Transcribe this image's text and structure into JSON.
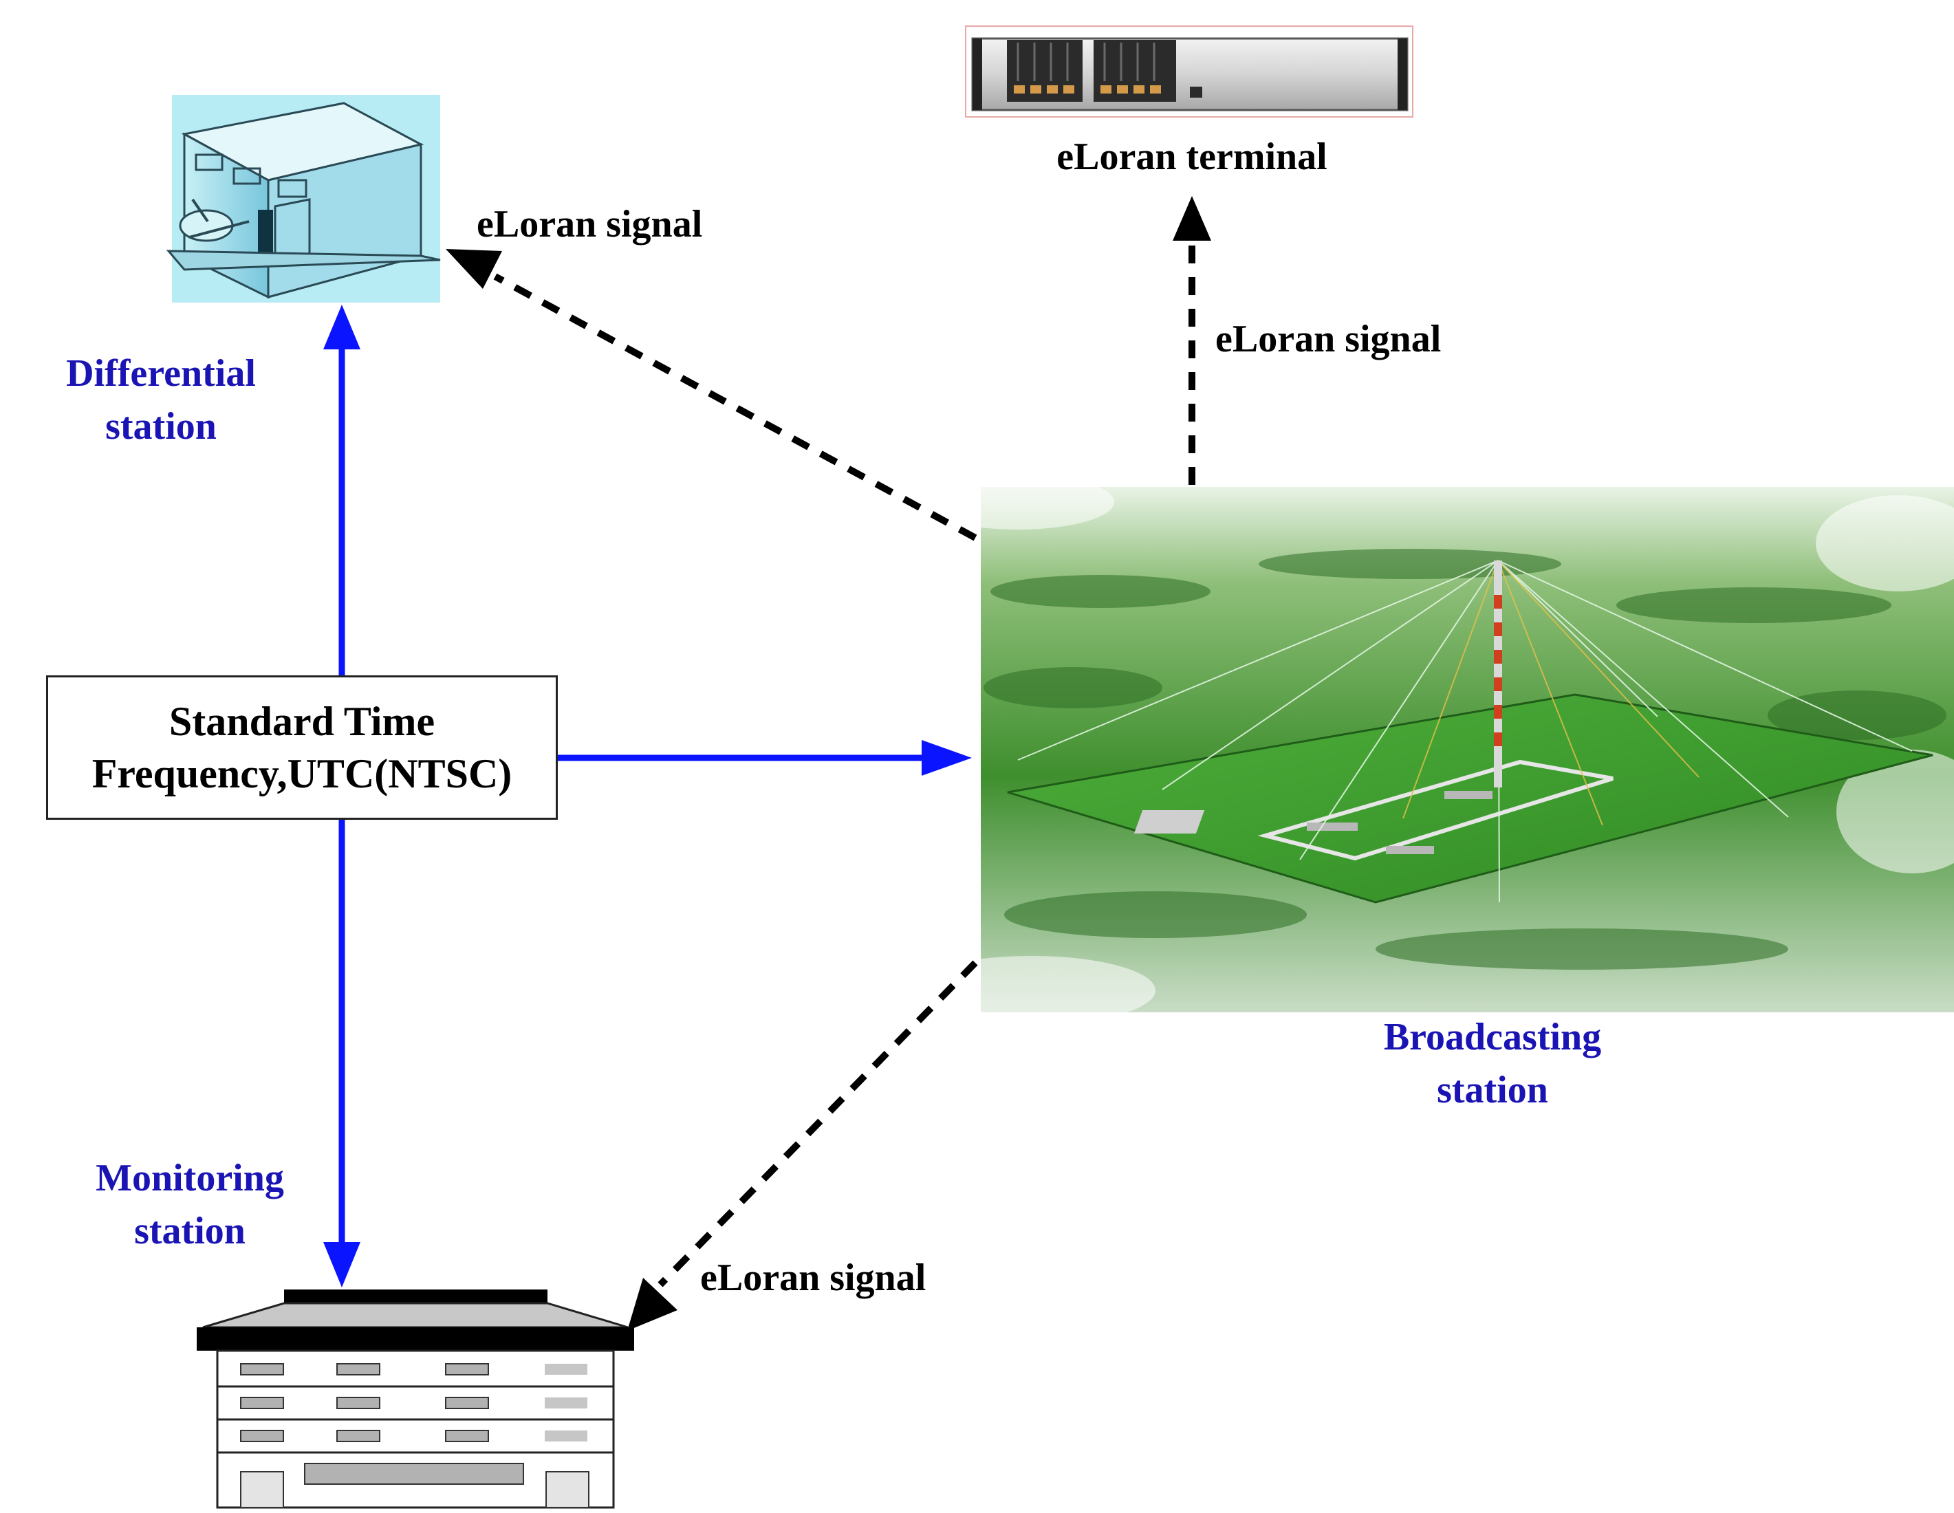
{
  "nodes": {
    "differential_station": {
      "label_line1": "Differential",
      "label_line2": "station"
    },
    "broadcasting_station": {
      "label_line1": "Broadcasting",
      "label_line2": "station"
    },
    "monitoring_station": {
      "label_line1": "Monitoring",
      "label_line2": "station"
    },
    "eloran_terminal": {
      "label": "eLoran terminal"
    },
    "standard_time": {
      "line1": "Standard Time",
      "line2": "Frequency,UTC(NTSC)"
    }
  },
  "edges": {
    "to_differential": "eLoran signal",
    "to_terminal": "eLoran signal",
    "to_monitoring": "eLoran signal"
  },
  "colors": {
    "link_blue": "#0a14ff",
    "label_blue": "#1a14b4",
    "signal_black": "#000000"
  }
}
